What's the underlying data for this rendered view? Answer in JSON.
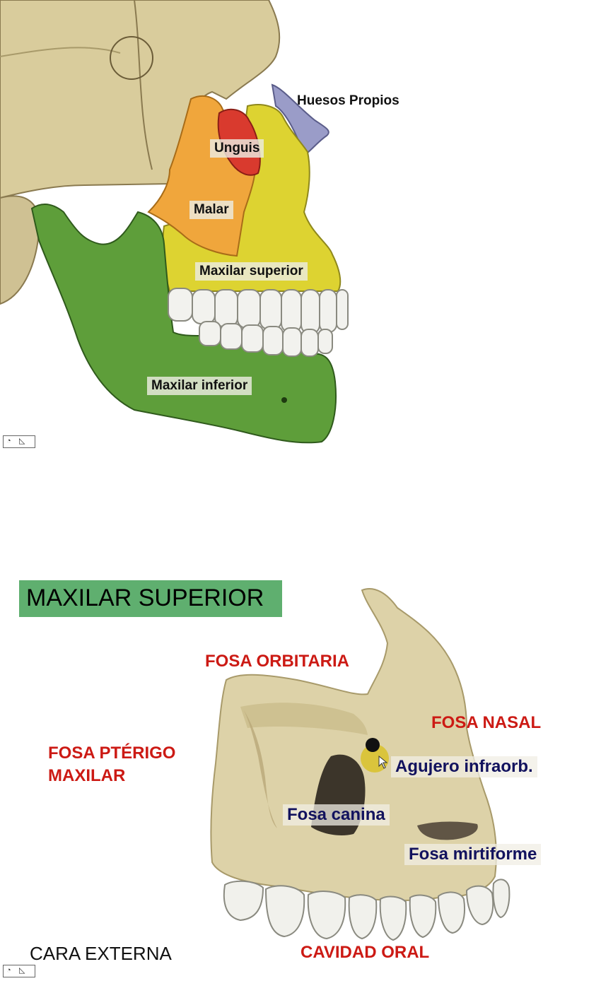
{
  "top_figure": {
    "labels": {
      "huesos_propios": "Huesos Propios",
      "unguis": "Unguis",
      "malar": "Malar",
      "maxilar_superior": "Maxilar superior",
      "maxilar_inferior": "Maxilar inferior"
    },
    "colors": {
      "skull": "#d9cc9c",
      "huesos_propios": "#9a9cc8",
      "unguis": "#d93a2e",
      "malar": "#f0a63c",
      "maxilar_superior": "#ddd331",
      "maxilar_inferior": "#5e9e3a"
    },
    "control_icon": "slide-control-icon"
  },
  "bottom_figure": {
    "title": "MAXILAR SUPERIOR",
    "title_bg": "#5faf6f",
    "red_labels": {
      "fosa_orbitaria": "FOSA ORBITARIA",
      "fosa_nasal": "FOSA NASAL",
      "fosa_pterigo_line1": "FOSA PTÉRIGO",
      "fosa_pterigo_line2": "MAXILAR",
      "cavidad_oral": "CAVIDAD ORAL"
    },
    "navy_labels": {
      "agujero_infraorb": "Agujero infraorb.",
      "fosa_canina": "Fosa canina",
      "fosa_mirtiforme": "Fosa mirtiforme"
    },
    "footer": "CARA EXTERNA",
    "red_color": "#cc1a14",
    "navy_color": "#12125e",
    "control_icon": "slide-control-icon"
  }
}
